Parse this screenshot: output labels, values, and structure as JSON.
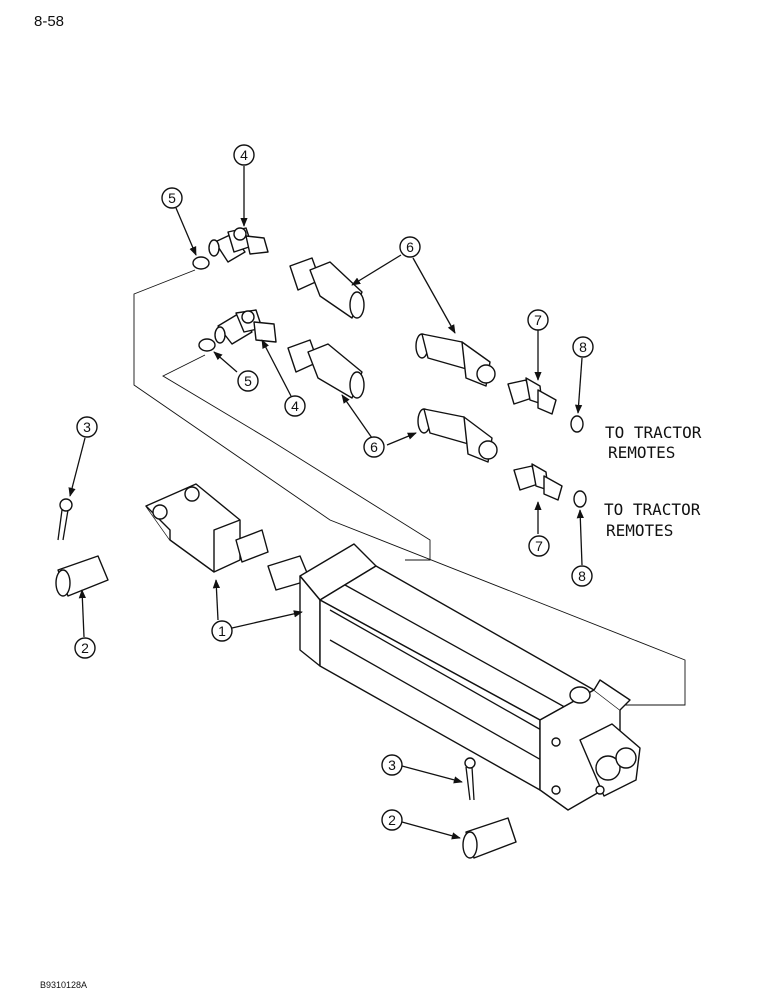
{
  "page_number": "8-58",
  "figure_code": "B9310128A",
  "annotations": [
    "TO TRACTOR",
    "REMOTES",
    "TO TRACTOR",
    "REMOTES"
  ],
  "callouts": [
    "4",
    "5",
    "6",
    "5",
    "4",
    "7",
    "8",
    "6",
    "3",
    "7",
    "8",
    "1",
    "2",
    "3",
    "2"
  ]
}
